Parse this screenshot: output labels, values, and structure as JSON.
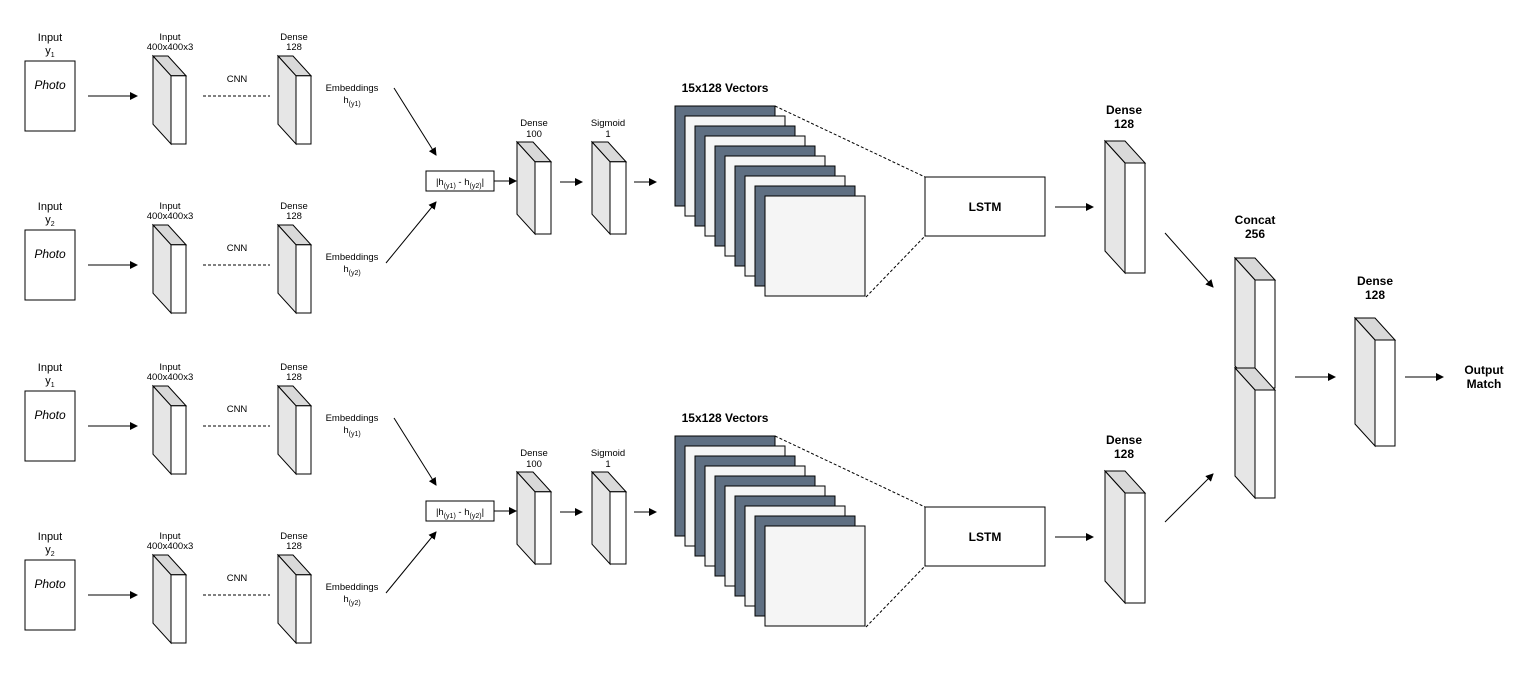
{
  "colors": {
    "stroke": "#000000",
    "block_front": "#e6e6e6",
    "block_top": "#d9d9d9",
    "block_side": "#ffffff",
    "vector_dark": "#5f6f82",
    "vector_light": "#f5f5f5"
  },
  "branches": [
    {
      "pairs": [
        {
          "input_label": "Input",
          "input_sub": "y",
          "input_sub_index": "1",
          "photo_label": "Photo",
          "cnn_input_label": "Input",
          "cnn_input_dims": "400x400x3",
          "cnn_label": "CNN",
          "dense_label": "Dense",
          "dense_units": "128",
          "embed_label": "Embeddings",
          "embed_h": "h",
          "embed_sub": "(y1)"
        },
        {
          "input_label": "Input",
          "input_sub": "y",
          "input_sub_index": "2",
          "photo_label": "Photo",
          "cnn_input_label": "Input",
          "cnn_input_dims": "400x400x3",
          "cnn_label": "CNN",
          "dense_label": "Dense",
          "dense_units": "128",
          "embed_label": "Embeddings",
          "embed_h": "h",
          "embed_sub": "(y2)"
        }
      ],
      "diff": {
        "open": "|h",
        "sub1": "(y1)",
        "mid": " - h",
        "sub2": "(y2)",
        "close": "|"
      },
      "dense_label": "Dense",
      "dense_units": "100",
      "sigmoid_label": "Sigmoid",
      "sigmoid_units": "1",
      "vectors_label": "15x128 Vectors",
      "lstm_label": "LSTM",
      "post_dense_label": "Dense",
      "post_dense_units": "128"
    },
    {
      "pairs": [
        {
          "input_label": "Input",
          "input_sub": "y",
          "input_sub_index": "1",
          "photo_label": "Photo",
          "cnn_input_label": "Input",
          "cnn_input_dims": "400x400x3",
          "cnn_label": "CNN",
          "dense_label": "Dense",
          "dense_units": "128",
          "embed_label": "Embeddings",
          "embed_h": "h",
          "embed_sub": "(y1)"
        },
        {
          "input_label": "Input",
          "input_sub": "y",
          "input_sub_index": "2",
          "photo_label": "Photo",
          "cnn_input_label": "Input",
          "cnn_input_dims": "400x400x3",
          "cnn_label": "CNN",
          "dense_label": "Dense",
          "dense_units": "128",
          "embed_label": "Embeddings",
          "embed_h": "h",
          "embed_sub": "(y2)"
        }
      ],
      "diff": {
        "open": "|h",
        "sub1": "(y1)",
        "mid": " - h",
        "sub2": "(y2)",
        "close": "|"
      },
      "dense_label": "Dense",
      "dense_units": "100",
      "sigmoid_label": "Sigmoid",
      "sigmoid_units": "1",
      "vectors_label": "15x128 Vectors",
      "lstm_label": "LSTM",
      "post_dense_label": "Dense",
      "post_dense_units": "128"
    }
  ],
  "concat": {
    "label": "Concat",
    "units": "256"
  },
  "final_dense": {
    "label": "Dense",
    "units": "128"
  },
  "output": {
    "line1": "Output",
    "line2": "Match"
  }
}
